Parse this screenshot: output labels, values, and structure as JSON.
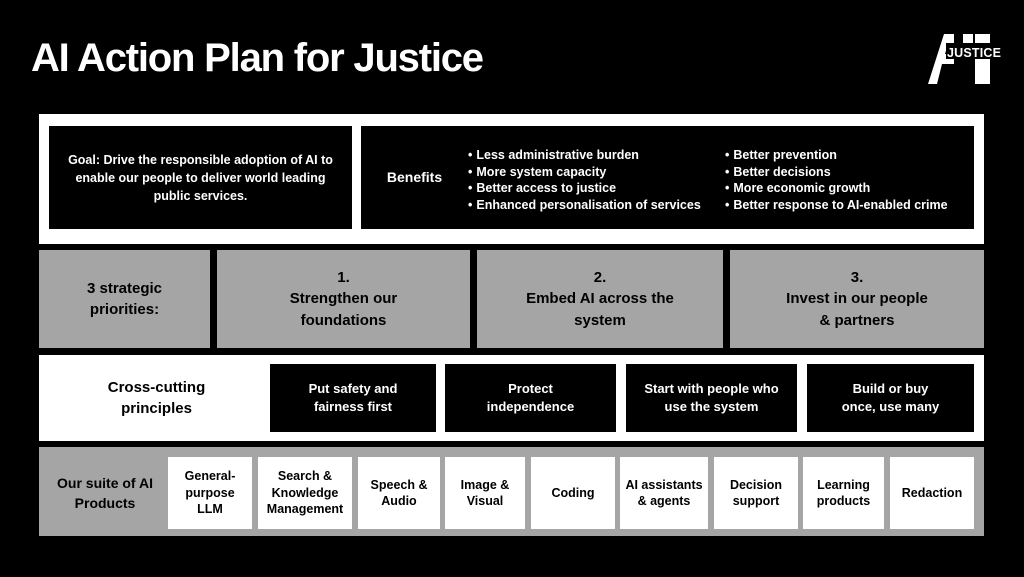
{
  "header": {
    "title": "AI Action Plan for Justice",
    "logo_letters": "AI",
    "logo_word": "JUSTICE"
  },
  "goal": {
    "text": "Goal: Drive the responsible adoption of AI to enable our people to deliver world leading public services."
  },
  "benefits": {
    "label": "Benefits",
    "left": [
      "Less administrative burden",
      "More system capacity",
      "Better access to justice",
      "Enhanced personalisation of services"
    ],
    "right": [
      "Better prevention",
      "Better decisions",
      "More economic growth",
      "Better response to AI-enabled crime"
    ]
  },
  "priorities": {
    "label": "3 strategic priorities:",
    "items": [
      {
        "number": "1.",
        "text": "Strengthen our foundations"
      },
      {
        "number": "2.",
        "text": "Embed AI across the system"
      },
      {
        "number": "3.",
        "text": "Invest in our people & partners"
      }
    ]
  },
  "principles": {
    "label": "Cross-cutting principles",
    "items": [
      "Put safety and fairness first",
      "Protect independence",
      "Start with people who use the system",
      "Build or buy once, use many"
    ]
  },
  "products": {
    "label": "Our suite of AI Products",
    "items": [
      "General-purpose LLM",
      "Search & Knowledge Management",
      "Speech & Audio",
      "Image & Visual",
      "Coding",
      "AI assistants & agents",
      "Decision support",
      "Learning products",
      "Redaction"
    ]
  },
  "colors": {
    "background": "#000000",
    "band_grey": "#a5a5a5",
    "band_white": "#ffffff"
  }
}
